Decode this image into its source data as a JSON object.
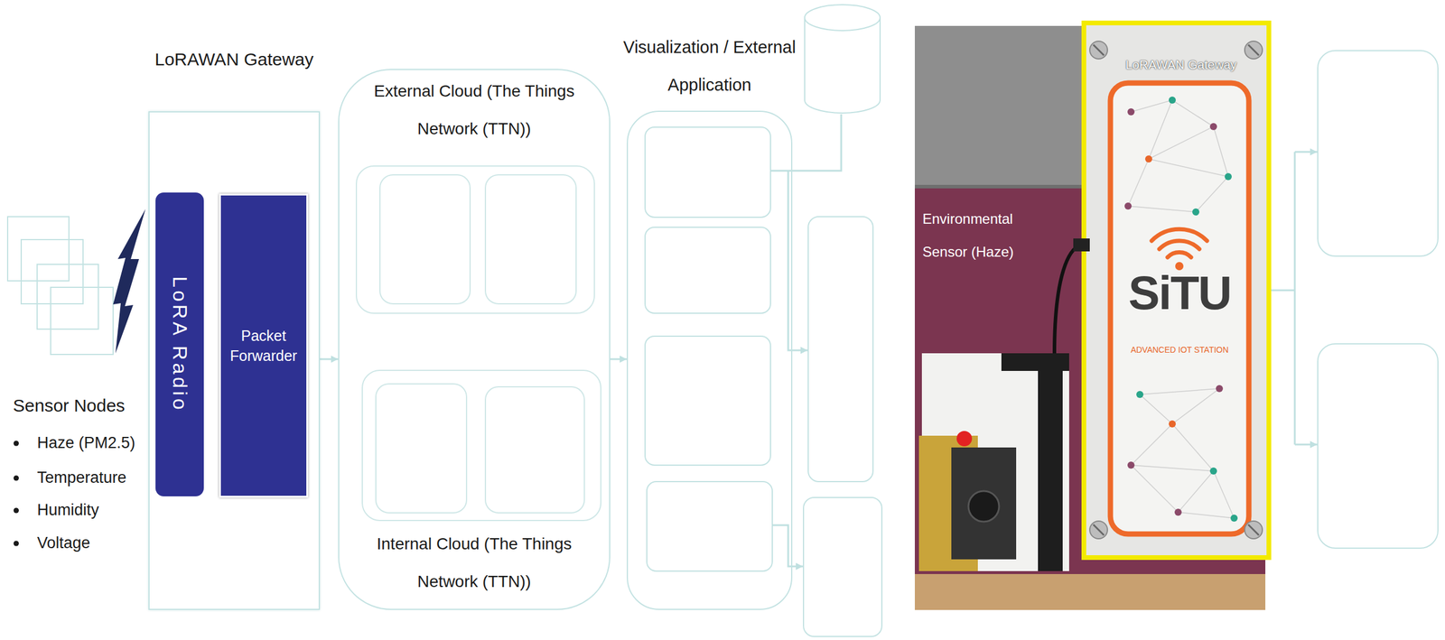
{
  "diagram": {
    "nodes": [
      {
        "text": [
          "Sensor Nodes",
          "Haze (PM2.5)",
          "Temperature",
          "Humidity",
          "Voltage"
        ]
      },
      {
        "text": [
          "LoRAWAN Gateway"
        ]
      },
      {
        "text": [
          "LoRA Radio"
        ],
        "in": 1
      },
      {
        "text": [
          "Packet Forwarder"
        ],
        "in": 1
      },
      {
        "text": [
          "External Cloud (The Things Network (TTN))",
          "Internal Cloud (The Things Network (TTN))"
        ]
      },
      {
        "text": [
          "Visualization / External Application"
        ]
      }
    ],
    "edges": [
      {
        "from": 1,
        "to": 4,
        "arrow": "to"
      },
      {
        "from": 4,
        "to": 5,
        "arrow": "to"
      }
    ],
    "labels": [
      "Environmental Sensor (Haze)",
      "LoRAWAN Gateway",
      "SiTU",
      "ADVANCED IOT STATION"
    ]
  }
}
